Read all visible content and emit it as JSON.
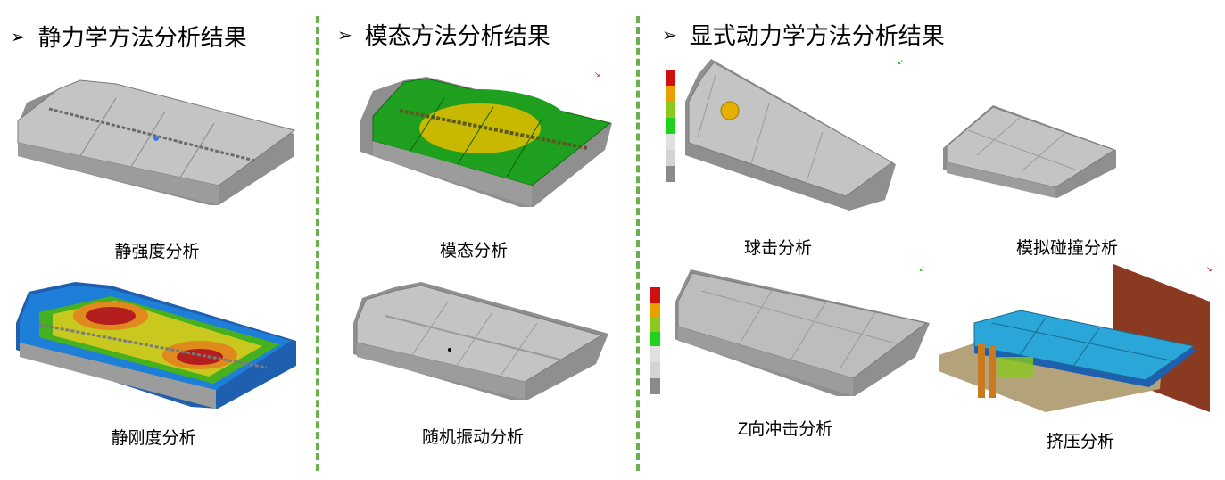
{
  "sections": [
    {
      "arrow": "➢",
      "title": "静力学方法分析结果"
    },
    {
      "arrow": "➢",
      "title": "模态方法分析结果"
    },
    {
      "arrow": "➢",
      "title": "显式动力学方法分析结果"
    }
  ],
  "captions": {
    "static_strength": "静强度分析",
    "static_stiffness": "静刚度分析",
    "modal": "模态分析",
    "random_vibration": "随机振动分析",
    "ball_impact": "球击分析",
    "crash": "模拟碰撞分析",
    "z_impact": "Z向冲击分析",
    "crush": "挤压分析"
  },
  "colors": {
    "divider": "#6ab04c",
    "pack_grey": "#b9b9b9",
    "modal_green": "#20a020",
    "modal_yellow": "#c8b800",
    "stiff_blue": "#1e7fd8",
    "stiff_red": "#c81e1e",
    "crush_cyan": "#2aa6d8",
    "crush_wall": "#8b3a22"
  }
}
